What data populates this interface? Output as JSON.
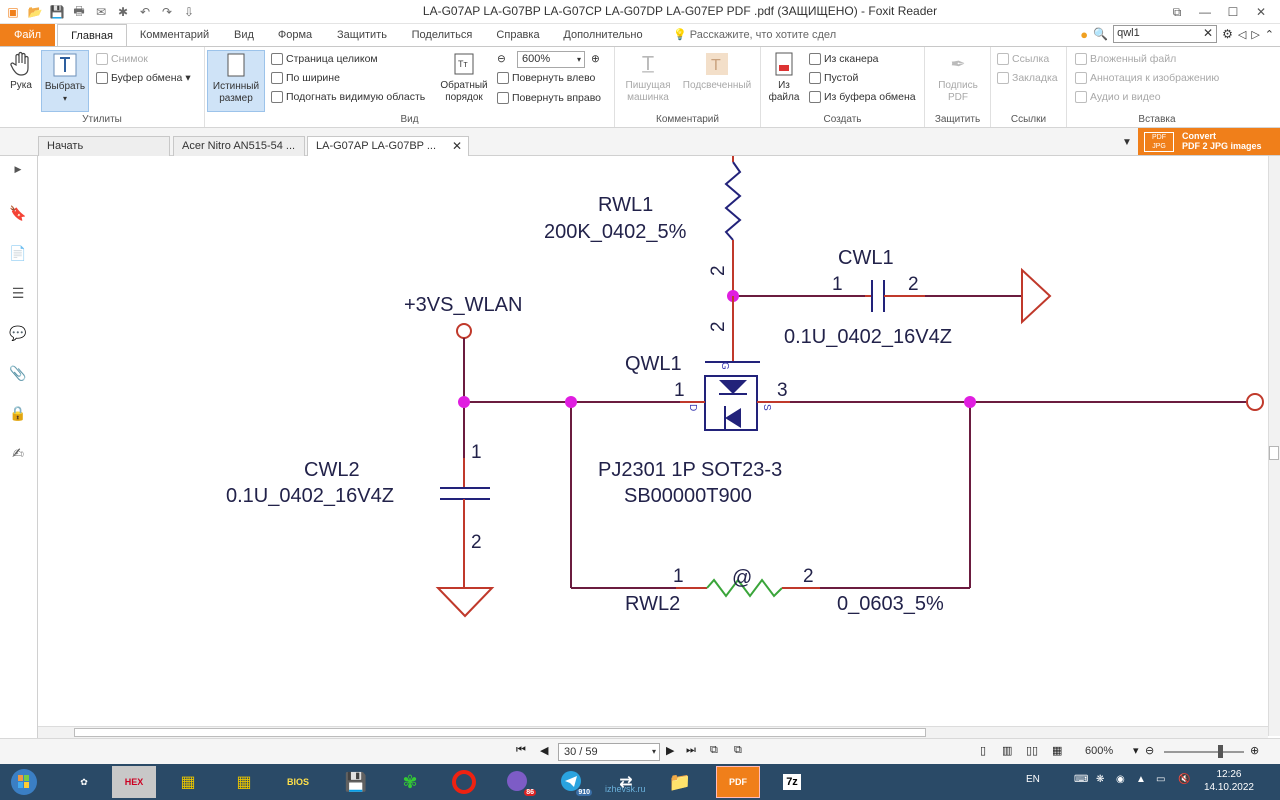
{
  "window": {
    "title": "LA-G07AP  LA-G07BP  LA-G07CP  LA-G07DP  LA-G07EP PDF .pdf (ЗАЩИЩЕНО) - Foxit Reader"
  },
  "ribbon_tabs": [
    "Файл",
    "Главная",
    "Комментарий",
    "Вид",
    "Форма",
    "Защитить",
    "Поделиться",
    "Справка",
    "Дополнительно"
  ],
  "tell_me": "Расскажите, что хотите сдел",
  "search": {
    "value": "qwl1"
  },
  "ribbon": {
    "utilities": {
      "label": "Утилиты",
      "hand": "Рука",
      "select": "Выбрать",
      "snapshot": "Снимок",
      "clipboard": "Буфер обмена"
    },
    "view": {
      "label": "Вид",
      "actual_size_1": "Истинный",
      "actual_size_2": "размер",
      "fit_page": "Страница целиком",
      "fit_width": "По ширине",
      "fit_visible": "Подогнать видимую область",
      "reflow_1": "Обратный",
      "reflow_2": "порядок",
      "zoom": "600%",
      "rotate_left": "Повернуть влево",
      "rotate_right": "Повернуть вправо"
    },
    "comment": {
      "label": "Комментарий",
      "typewriter_1": "Пишущая",
      "typewriter_2": "машинка",
      "highlight": "Подсвеченный"
    },
    "create": {
      "label": "Создать",
      "from_file_1": "Из",
      "from_file_2": "файла",
      "from_scanner": "Из сканера",
      "blank": "Пустой",
      "from_clipboard": "Из буфера обмена"
    },
    "protect": {
      "label": "Защитить",
      "sign_1": "Подпись",
      "sign_2": "PDF"
    },
    "links": {
      "label": "Ссылки",
      "link": "Ссылка",
      "bookmark": "Закладка"
    },
    "insert": {
      "label": "Вставка",
      "attachment": "Вложенный файл",
      "image_annot": "Аннотация к изображению",
      "audio_video": "Аудио и видео"
    }
  },
  "doc_tabs": [
    {
      "label": "Начать"
    },
    {
      "label": "Acer Nitro AN515-54 ..."
    },
    {
      "label": "LA-G07AP  LA-G07BP  ..."
    }
  ],
  "convert_ad": {
    "line1": "Convert",
    "line2": "PDF 2 JPG images",
    "badge": "PDF JPG"
  },
  "schematic": {
    "rwl1_ref": "RWL1",
    "rwl1_val": "200K_0402_5%",
    "cwl1_ref": "CWL1",
    "cwl1_val": "0.1U_0402_16V4Z",
    "net": "+3VS_WLAN",
    "qwl1_ref": "QWL1",
    "qwl1_part": "PJ2301 1P SOT23-3",
    "qwl1_code": "SB00000T900",
    "cwl2_ref": "CWL2",
    "cwl2_val": "0.1U_0402_16V4Z",
    "rwl2_ref": "RWL2",
    "rwl2_val": "0_0603_5%",
    "at": "@",
    "pin1": "1",
    "pin2": "2",
    "pin3": "3",
    "pin_g": "G",
    "pin_d": "D",
    "pin_s": "S"
  },
  "status": {
    "page": "30 / 59",
    "zoom": "600%"
  },
  "taskbar": {
    "lang": "EN",
    "time": "12:26",
    "date": "14.10.2022",
    "watermark": "izhevsk.ru",
    "viber_badge": "86",
    "telegram_badge": "910",
    "hex_label": "HEX",
    "bios_label": "BIOS",
    "pdf_label": "PDF",
    "zip_label": "7z"
  }
}
